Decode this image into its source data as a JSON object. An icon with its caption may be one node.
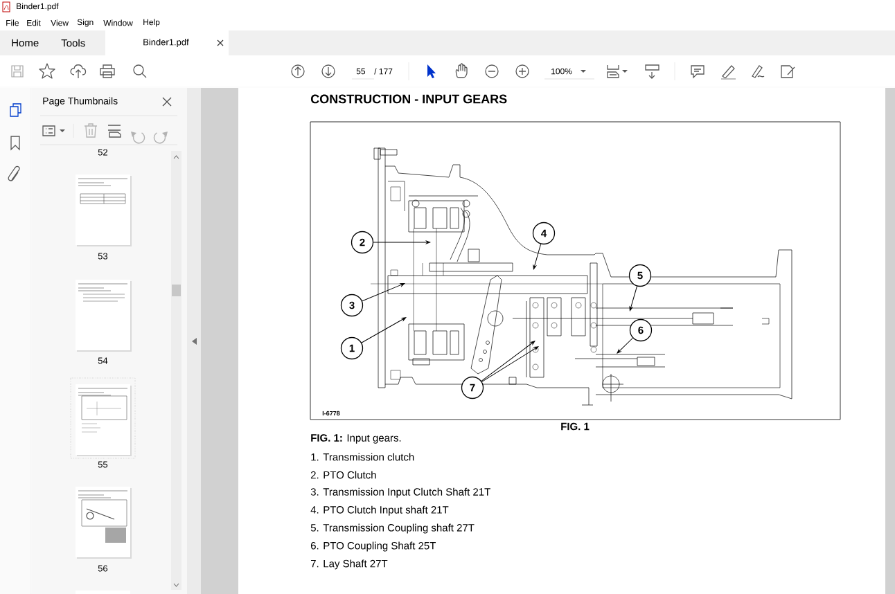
{
  "diagram": {
    "title": "CONSTRUCTION - INPUT GEARS",
    "caption": "**FIG. 1:** Input gears.",
    "nodes": [
      {
        "text": [
          "4"
        ]
      },
      {
        "text": [
          "2"
        ]
      },
      {
        "text": [
          "5"
        ]
      },
      {
        "text": [
          "3"
        ]
      },
      {
        "text": [
          "6"
        ]
      },
      {
        "text": [
          "1"
        ]
      },
      {
        "text": [
          "7"
        ]
      }
    ],
    "edges": [
      {
        "from": 0,
        "to": null,
        "arrow": "to"
      },
      {
        "from": 1,
        "to": null,
        "arrow": "to"
      },
      {
        "from": 2,
        "to": null,
        "arrow": "to"
      },
      {
        "from": 3,
        "to": null,
        "arrow": "to"
      },
      {
        "from": 4,
        "to": null,
        "arrow": "to"
      },
      {
        "from": 5,
        "to": null,
        "arrow": "to"
      },
      {
        "from": 6,
        "to": null,
        "arrow": "to"
      },
      {
        "from": 6,
        "to": null,
        "arrow": "to"
      }
    ],
    "labels": [
      "Binder1.pdf",
      "File",
      "Edit",
      "View",
      "Sign",
      "Window",
      "Help",
      "Home",
      "Tools",
      "Binder1.pdf",
      "55",
      "/ 177",
      "100%",
      "Page Thumbnails",
      "52",
      "53",
      "54",
      "55",
      "56",
      "I-6778",
      "FIG. 1",
      "1. Transmission clutch",
      "2. PTO Clutch",
      "3. Transmission Input Clutch Shaft 21T",
      "4. PTO Clutch Input shaft 21T",
      "5. Transmission Coupling shaft 27T",
      "6. PTO Coupling Shaft 25T",
      "7. Lay Shaft 27T"
    ]
  }
}
